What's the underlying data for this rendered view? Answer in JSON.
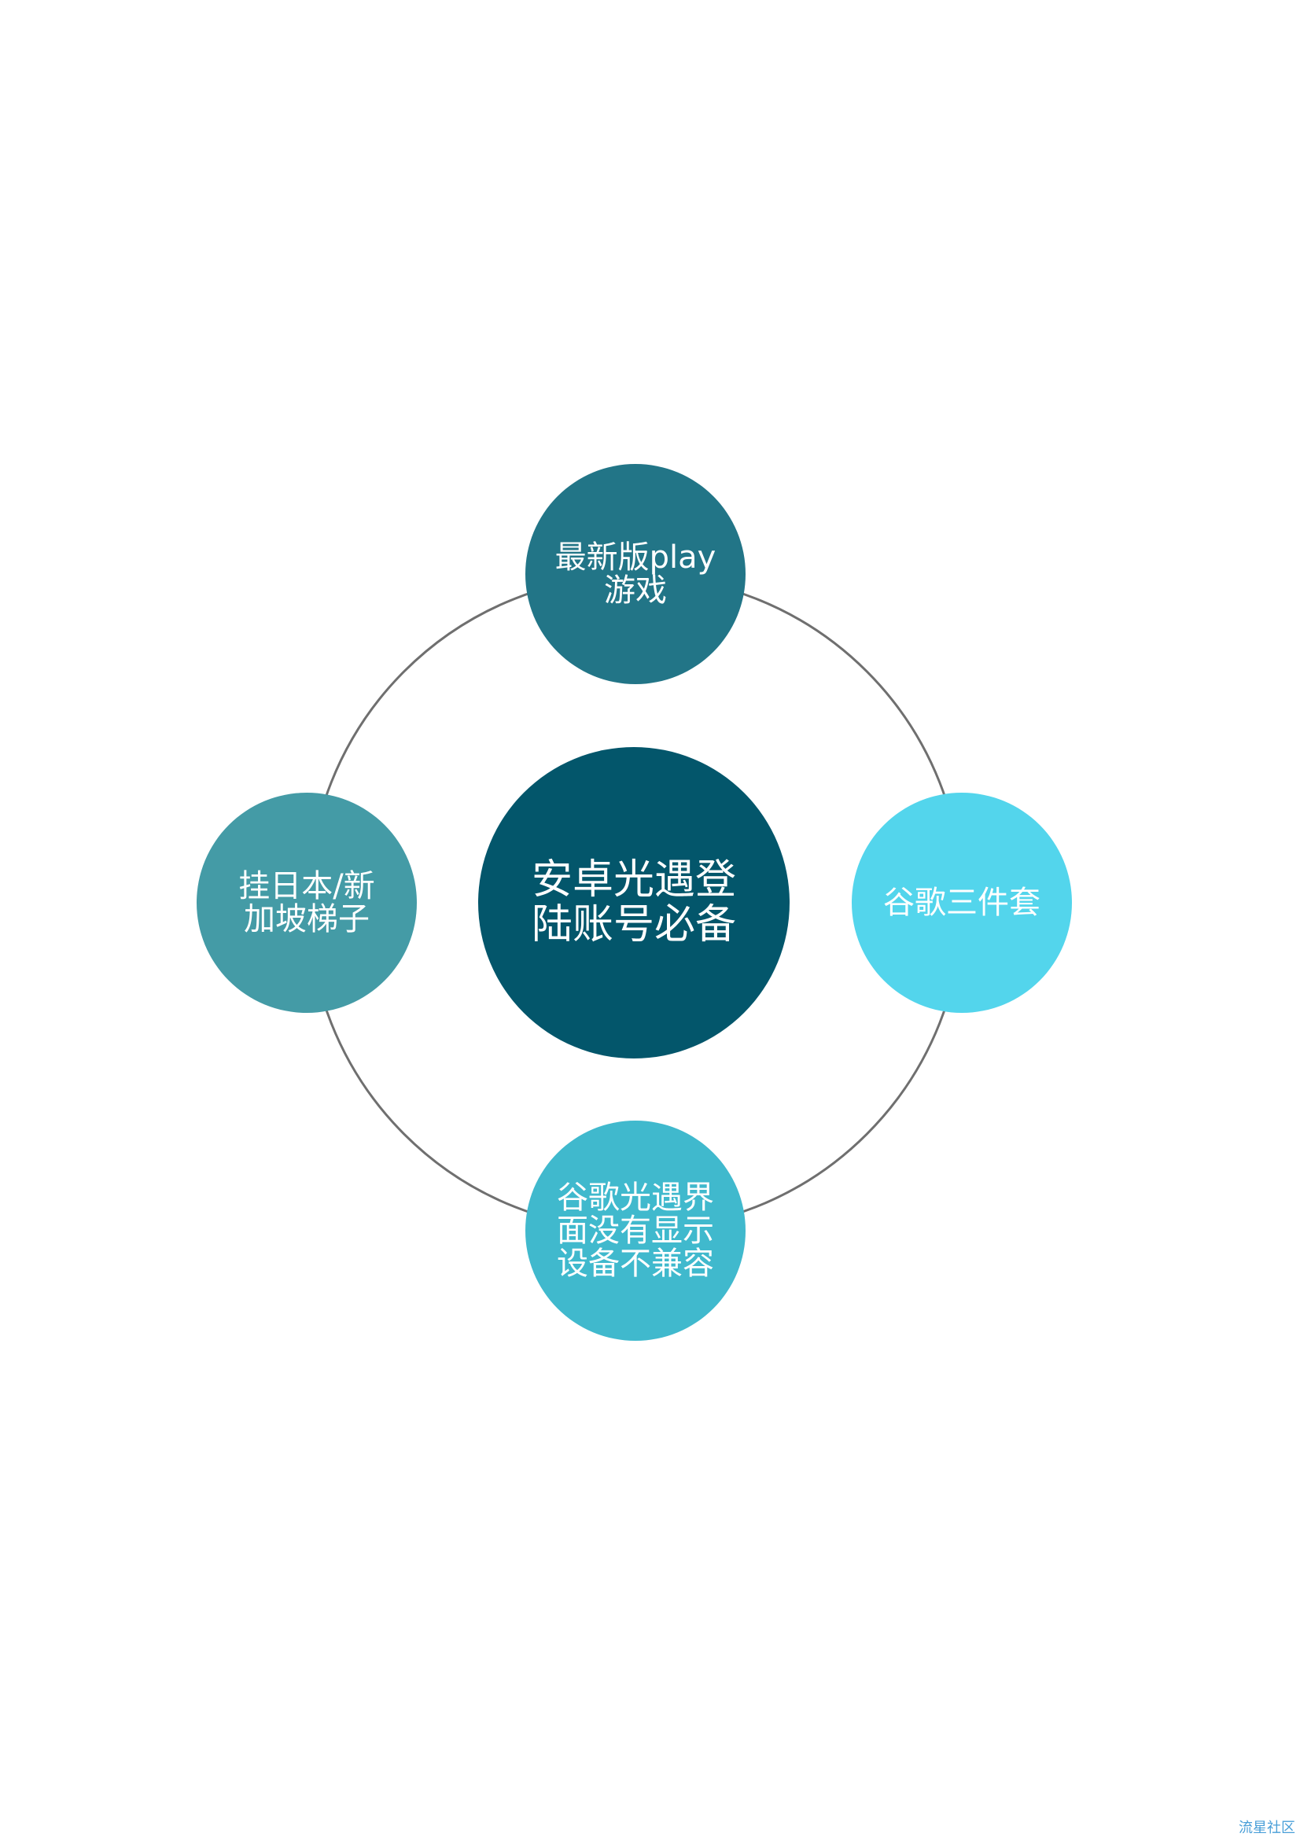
{
  "colors": {
    "ring": "#6f6f6f",
    "center": "#03566b",
    "top": "#227587",
    "right": "#53d5ec",
    "bottom": "#40b9cd",
    "left": "#449ba6",
    "text": "#ffffff"
  },
  "center": {
    "label": "安卓光遇登\n陆账号必备"
  },
  "nodes": {
    "top": {
      "label": "最新版play\n游戏"
    },
    "right": {
      "label": "谷歌三件套"
    },
    "bottom": {
      "label": "谷歌光遇界\n面没有显示\n设备不兼容"
    },
    "left": {
      "label": "挂日本/新\n加坡梯子"
    }
  },
  "watermark": {
    "text": "流星社区"
  }
}
